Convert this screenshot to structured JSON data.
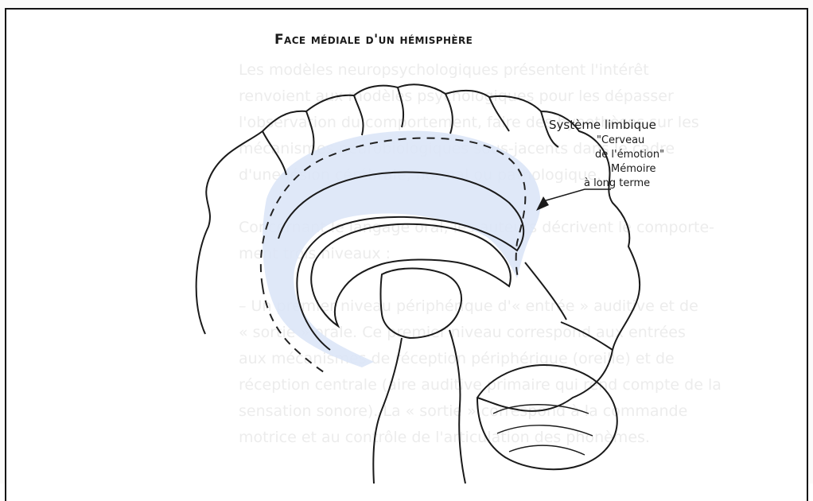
{
  "diagram": {
    "title": "Face médiale d'un hémisphère",
    "label": {
      "title": "Système limbique",
      "lines": [
        "\"Cerveau",
        "de l'émotion\"",
        "Mémoire",
        "à long terme"
      ]
    }
  },
  "bleed_through": [
    "Les modèles neuropsychologiques présentent l'intérêt",
    "renvoient aux modèles psychologiques pour les dépasser",
    "l'observation du comportement, faire des hypothèses sur les",
    "mécanismes neurobiologiques sous-jacents dans le cadre",
    "d'une lésion cérébrale, normal ou pathologique.",
    "",
    "Concernant le langage oral, les auteurs décrivent le comporte-",
    "ment trois niveaux :",
    "",
    "– Un premier niveau périphérique d'« entrée » auditive et de",
    "« sortie » orale. Ce premier niveau correspond aux entrées",
    "aux mécanismes de réception périphérique (oreille) et de",
    "réception centrale (aire auditive primaire qui rend compte de la",
    "sensation sonore). La « sortie » correspond à la commande",
    "motrice et au contrôle de l'articulation des phonèmes."
  ],
  "colors": {
    "frame": "#151515",
    "outline": "#1a1a1a",
    "limbic_fill": "#dbe6f7",
    "dashed": "#222222"
  }
}
